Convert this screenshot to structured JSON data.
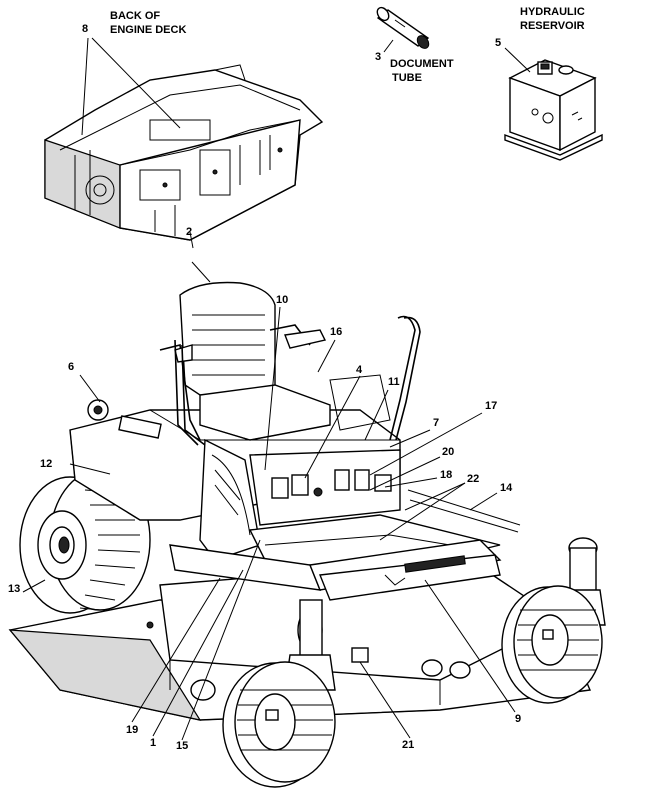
{
  "captions": {
    "engine_deck_line1": "BACK OF",
    "engine_deck_line2": "ENGINE DECK",
    "reservoir_line1": "HYDRAULIC",
    "reservoir_line2": "RESERVOIR",
    "document_line1": "DOCUMENT",
    "document_line2": "TUBE"
  },
  "callouts": {
    "c1": "1",
    "c2": "2",
    "c3": "3",
    "c4": "4",
    "c5": "5",
    "c6": "6",
    "c7": "7",
    "c8": "8",
    "c9": "9",
    "c10": "10",
    "c11": "11",
    "c12": "12",
    "c13": "13",
    "c14": "14",
    "c15": "15",
    "c16": "16",
    "c17": "17",
    "c18": "18",
    "c19": "19",
    "c20": "20",
    "c21": "21",
    "c22": "22"
  }
}
